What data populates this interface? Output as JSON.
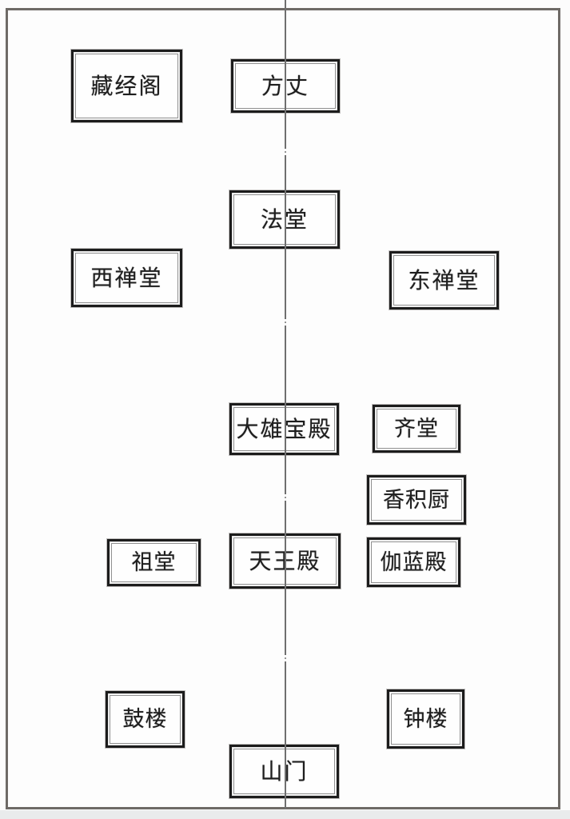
{
  "diagram_type": "temple-layout-plan",
  "halls": [
    {
      "label": "藏经阁"
    },
    {
      "label": "方丈"
    },
    {
      "label": "法堂"
    },
    {
      "label": "西禅堂"
    },
    {
      "label": "东禅堂"
    },
    {
      "label": "大雄宝殿"
    },
    {
      "label": "齐堂"
    },
    {
      "label": "香积厨"
    },
    {
      "label": "祖堂"
    },
    {
      "label": "天王殿"
    },
    {
      "label": "伽蓝殿"
    },
    {
      "label": "鼓楼"
    },
    {
      "label": "钟楼"
    },
    {
      "label": "山门"
    }
  ],
  "colors": {
    "page_bg": "#fcfcfc",
    "frame_border": "#6e6a66",
    "hall_border": "#1c1c1c",
    "hall_inner_line": "#8f8f8f",
    "axis_line": "#6f6f6f",
    "text": "#1e1e1e",
    "scan_edge": "#e9ebec"
  }
}
